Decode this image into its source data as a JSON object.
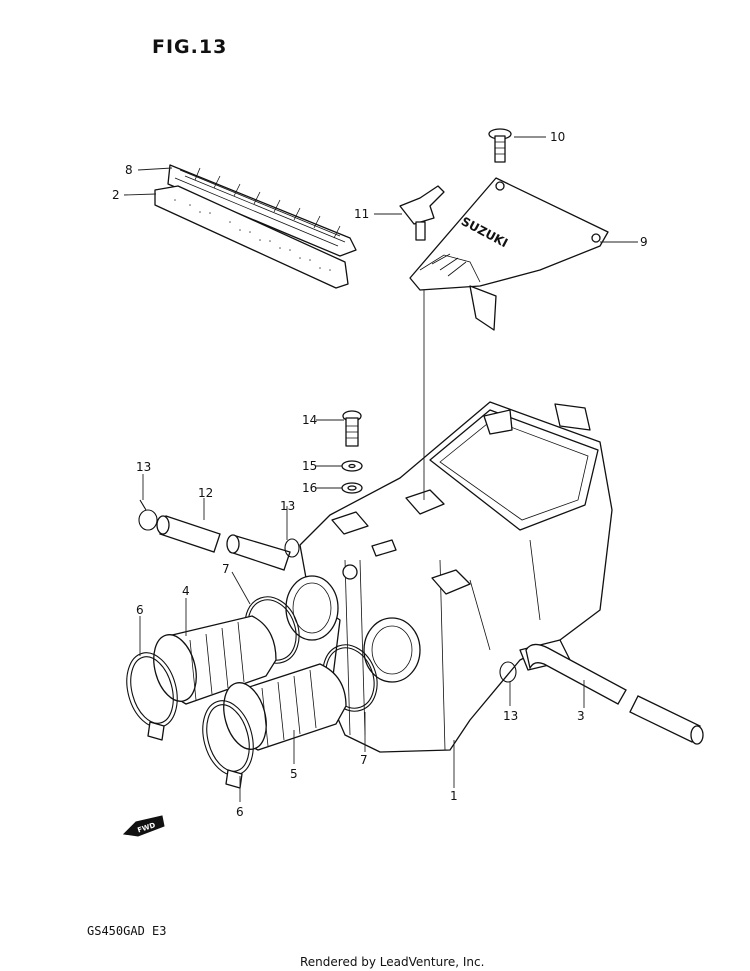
{
  "figure": {
    "title": "FIG.13",
    "model_code": "GS450GAD  E3",
    "credit": "Rendered by LeadVenture, Inc.",
    "direction_marker": "FWD",
    "brand_on_cover": "SUZUKI"
  },
  "callouts": [
    "1",
    "2",
    "3",
    "4",
    "5",
    "6",
    "6",
    "7",
    "7",
    "8",
    "9",
    "10",
    "11",
    "12",
    "13",
    "13",
    "13",
    "14",
    "15",
    "16"
  ],
  "colors": {
    "line": "#111111",
    "background": "#ffffff"
  }
}
